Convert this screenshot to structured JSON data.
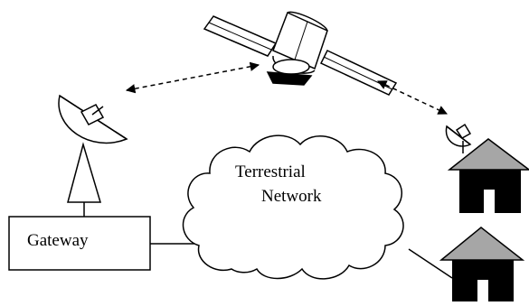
{
  "diagram": {
    "cloud_label_line1": "Terrestrial",
    "cloud_label_line2": "Network",
    "gateway_label": "Gateway"
  }
}
